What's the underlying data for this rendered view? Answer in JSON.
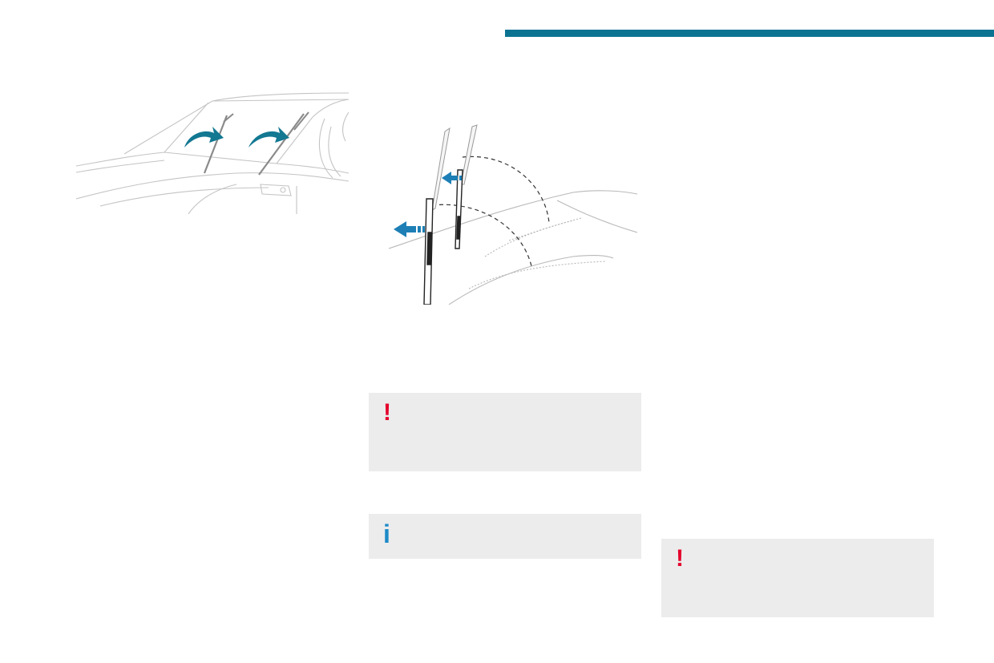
{
  "colors": {
    "accent_bar": "#0b7392",
    "arrow_teal": "#137892",
    "arrow_blue": "#1d7fb5",
    "warning_red": "#e4002b",
    "info_blue": "#1d8ac7",
    "box_grey": "#ececec",
    "line_grey": "#b9b9b9"
  },
  "figures": {
    "wipers_raise": {
      "icon": "windscreen-wipers-raise-illustration"
    },
    "wiper_service_position": {
      "icon": "wiper-service-position-illustration"
    }
  },
  "notes": [
    {
      "type": "warning",
      "icon": "exclamation-icon",
      "glyph": "!"
    },
    {
      "type": "info",
      "icon": "info-icon",
      "glyph": "i"
    },
    {
      "type": "warning",
      "icon": "exclamation-icon",
      "glyph": "!"
    }
  ]
}
